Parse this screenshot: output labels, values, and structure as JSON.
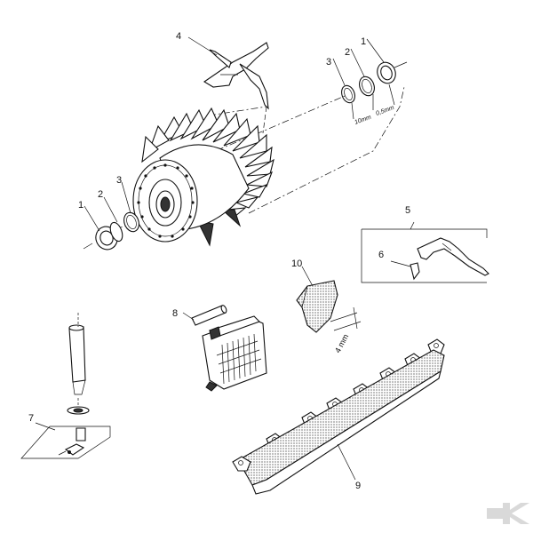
{
  "diagram": {
    "callouts": {
      "c1_top": "1",
      "c2_top": "2",
      "c3_top": "3",
      "c4": "4",
      "c1_left": "1",
      "c2_left": "2",
      "c3_left": "3",
      "c5": "5",
      "c6": "6",
      "c7": "7",
      "c8": "8",
      "c9": "9",
      "c10": "10"
    },
    "dimensions": {
      "dim_10mm": "10mm",
      "dim_05mm": "0,5mm",
      "dim_4mm": "4 mm"
    }
  },
  "colors": {
    "line": "#111111",
    "logo": "#d9d9d9"
  }
}
